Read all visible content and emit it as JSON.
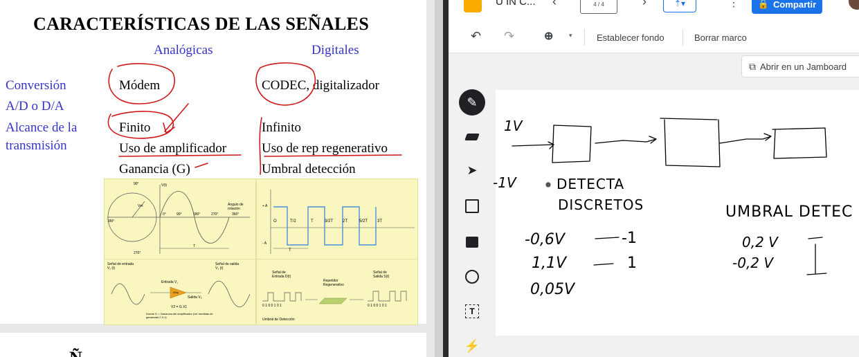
{
  "slide": {
    "title": "CARACTERÍSTICAS DE LAS SEÑALES",
    "col_analog": "Analógicas",
    "col_digital": "Digitales",
    "row1_label_a": "Conversión",
    "row1_label_b": "A/D o D/A",
    "row2_label_a": "Alcance de la",
    "row2_label_b": "transmisión",
    "analog_conv": "Módem",
    "digital_conv": "CODEC, digitalizador",
    "analog_range": "Finito",
    "analog_amp": "Uso de amplificador",
    "analog_gain": "Ganancia (G)",
    "digital_range": "Infinito",
    "digital_rep": "Uso de rep regenerativo",
    "digital_threshold": "Umbral detección",
    "fig_labels": {
      "sine_90": "90°",
      "sine_axis": "V(t)",
      "sine_vm": "Vm",
      "sine_180": "180°",
      "sine_0": "0°",
      "sine_90b": "90°",
      "sine_180b": "180°",
      "sine_270": "270°",
      "sine_360": "360°",
      "sine_angle": "Ángulo de rotación",
      "sine_T": "T",
      "sine_270b": "270°",
      "sq_A": "+ A",
      "sq_negA": "- A",
      "sq_O": "O",
      "sq_T2": "T/2",
      "sq_T": "T",
      "sq_3T2": "3/2T",
      "sq_2T": "2T",
      "sq_5T2": "5/2T",
      "sq_3T": "3T",
      "sq_Tb": "T",
      "amp_in": "Señal de entrada V₁ (t)",
      "amp_out": "Señal de salida V₂ (t)",
      "amp_entrada": "Entrada V₁",
      "amp_label": "Amp",
      "amp_salida": "Salida V₂",
      "amp_formula": "V2 = G X1",
      "amp_note": "Donde G = Ganancia del amplificador (ver medidas de ganancias 2.3.1)",
      "rep_in": "Señal de Entrada D(t)",
      "rep_label": "Repetidor Regenerativo",
      "rep_out": "Señal de Salida S(t)",
      "rep_bits_in": "0 1 0 0 1 0 1",
      "rep_bits_out": "0 1 0 0 1 0 1",
      "rep_note": "Umbral de Detección"
    },
    "next_slide_fragment": "Ñ"
  },
  "jamboard": {
    "doc_title": "U IN C...",
    "frame_indicator": "4 / 4",
    "share_label": "Compartir",
    "set_background": "Establecer fondo",
    "clear_frame": "Borrar marco",
    "open_in_jamboard": "Abrir en un Jamboard",
    "handwriting": {
      "v1": "1V",
      "vneg1": "-1V",
      "detecta": "DETECTA",
      "discretos": "DISCRETOS",
      "m06": "-0,6V",
      "m06_result": "-1",
      "v11": "1,1V",
      "v11_result": "1",
      "v005": "0,05V",
      "umbral": "UMBRAL DETEC",
      "p02": "0,2 V",
      "m02": "-0,2 V"
    }
  },
  "colors": {
    "blue_text": "#3333cc",
    "pen_red": "#d01818",
    "share_blue": "#1a73e8",
    "figure_bg": "#faf6c0",
    "square_wave": "#4a90d9"
  }
}
